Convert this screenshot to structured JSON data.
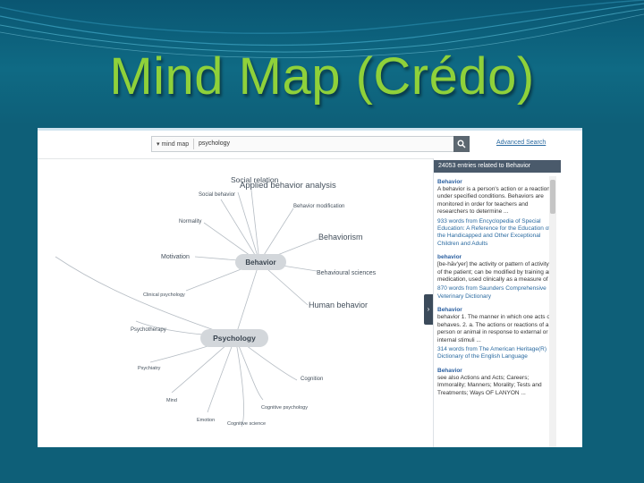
{
  "slide": {
    "title": "Mind Map (Crédo)"
  },
  "colors": {
    "background": "#0e5f78",
    "title": "#8fd13a",
    "node_fill": "#d3d7db",
    "panel_header": "#4a5a6b",
    "link": "#2a6aa0"
  },
  "toolbar": {
    "search_mode": "▾ mind map",
    "search_query": "psychology",
    "search_icon": "search-icon",
    "advanced_search": "Advanced Search"
  },
  "mindmap": {
    "center_behavior": "Behavior",
    "center_psychology": "Psychology",
    "labels": {
      "social_relation": "Social relation",
      "applied_behavior_analysis": "Applied behavior analysis",
      "social_behavior": "Social behavior",
      "behavior_modification": "Behavior modification",
      "normality": "Normality",
      "behaviorism": "Behaviorism",
      "motivation": "Motivation",
      "behavioural_sciences": "Behavioural sciences",
      "clinical_psychology": "Clinical psychology",
      "human_behavior": "Human behavior",
      "psychotherapy": "Psychotherapy",
      "psychiatry": "Psychiatry",
      "cognition": "Cognition",
      "mind": "Mind",
      "cognitive_psychology": "Cognitive psychology",
      "emotion": "Emotion",
      "cognitive_science": "Cognitive science"
    }
  },
  "panel": {
    "toggle_label": "›",
    "header": "24053 entries related to Behavior",
    "entries": [
      {
        "title": "Behavior",
        "definition": "A behavior is a person's action or a reaction under specified conditions. Behaviors are monitored in order for teachers and researchers to determine ...",
        "source": "933 words from Encyclopedia of Special Education: A Reference for the Education of the Handicapped and Other Exceptional Children and Adults"
      },
      {
        "title": "behavior",
        "definition": "[be-hāv'yer] the activity or pattern of activity of the patient; can be modified by training and medication, used clinically as a measure of ...",
        "source": "870 words from Saunders Comprehensive Veterinary Dictionary"
      },
      {
        "title": "Behavior",
        "definition": "behavior 1. The manner in which one acts or behaves. 2. a. The actions or reactions of a person or animal in response to external or internal stimuli ...",
        "source": "314 words from The American Heritage(R) Dictionary of the English Language"
      },
      {
        "title": "Behavior",
        "definition": "see also Actions and Acts; Careers; Immorality; Manners; Morality; Tests and Treatments; Ways OF LANYON ...",
        "source": ""
      }
    ]
  }
}
